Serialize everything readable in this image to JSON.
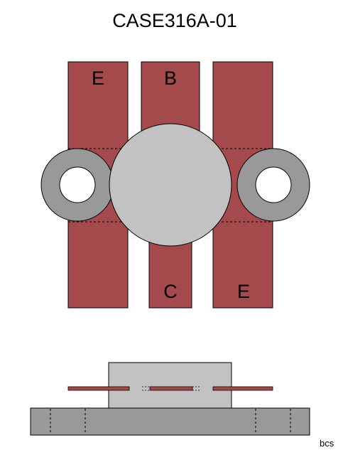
{
  "title": "CASE316A-01",
  "pins": {
    "top_left": "E",
    "top_middle": "B",
    "bottom_middle": "C",
    "bottom_right": "E"
  },
  "credit": "bcs",
  "colors": {
    "lead": "#a44a4c",
    "body": "#c2c2c2",
    "flange": "#999999",
    "hole": "#ffffff",
    "outline": "#000000"
  }
}
